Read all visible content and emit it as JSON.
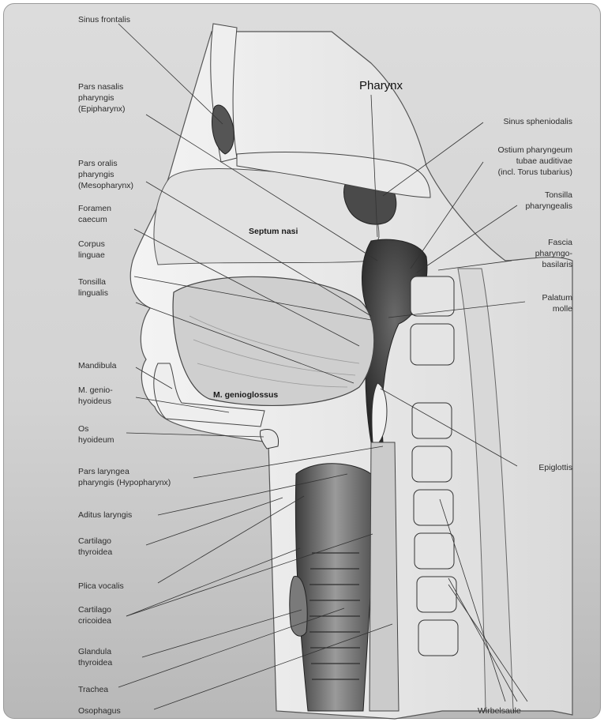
{
  "title": "Pharynx",
  "inner_labels": {
    "septum": "Septum nasi",
    "genioglossus": "M. genioglossus"
  },
  "left_labels": [
    {
      "id": "sinus-frontalis",
      "text": "Sinus frontalis"
    },
    {
      "id": "pars-nasalis",
      "text": "Pars nasalis\npharyngis\n(Epipharynx)"
    },
    {
      "id": "pars-oralis",
      "text": "Pars oralis\npharyngis\n(Mesopharynx)"
    },
    {
      "id": "foramen-caecum",
      "text": "Foramen\ncaecum"
    },
    {
      "id": "corpus-linguae",
      "text": "Corpus\nlinguae"
    },
    {
      "id": "tonsilla-lingualis",
      "text": "Tonsilla\nlingualis"
    },
    {
      "id": "mandibula",
      "text": "Mandibula"
    },
    {
      "id": "m-geniohyoideus",
      "text": "M. genio-\nhyoideus"
    },
    {
      "id": "os-hyoideum",
      "text": "Os\nhyoideum"
    },
    {
      "id": "pars-laryngea",
      "text": "Pars laryngea\npharyngis (Hypopharynx)"
    },
    {
      "id": "aditus-laryngis",
      "text": "Aditus laryngis"
    },
    {
      "id": "cartilago-thyroidea",
      "text": "Cartilago\nthyroidea"
    },
    {
      "id": "plica-vocalis",
      "text": "Plica vocalis"
    },
    {
      "id": "cartilago-cricoidea",
      "text": "Cartilago\ncricoidea"
    },
    {
      "id": "glandula-thyroidea",
      "text": "Glandula\nthyroidea"
    },
    {
      "id": "trachea",
      "text": "Trachea"
    },
    {
      "id": "osophagus",
      "text": "Osophagus"
    }
  ],
  "right_labels": [
    {
      "id": "sinus-sphenoidalis",
      "text": "Sinus spheniodalis"
    },
    {
      "id": "ostium-pharyngeum",
      "text": "Ostium pharyngeum\ntubae auditivae\n(incl. Torus tubarius)"
    },
    {
      "id": "tonsilla-pharyngealis",
      "text": "Tonsilla\npharyngealis"
    },
    {
      "id": "fascia-pharyngobasilaris",
      "text": "Fascia\npharyngo-\nbasilaris"
    },
    {
      "id": "palatum-molle",
      "text": "Palatum\nmolle"
    },
    {
      "id": "epiglottis",
      "text": "Epiglottis"
    },
    {
      "id": "wirbelsaule",
      "text": "Wirbelsaule"
    }
  ]
}
